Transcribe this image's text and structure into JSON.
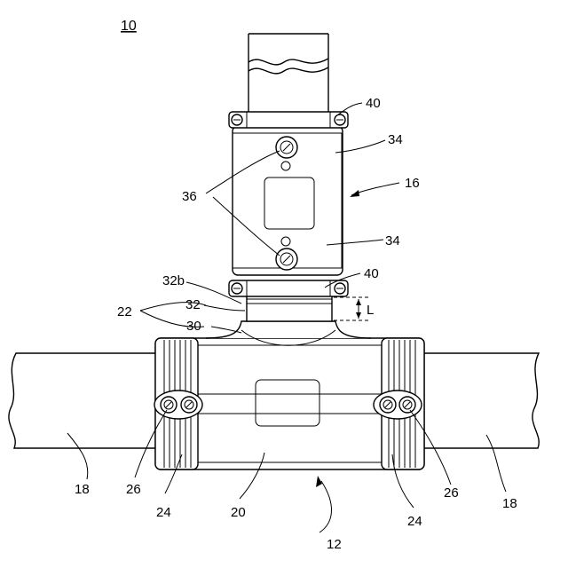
{
  "figure_number": "10",
  "labels": {
    "sensor": "16",
    "cap": "34",
    "cap_lower": "34",
    "band_top": "40",
    "band_bottom": "40",
    "screws": "36",
    "boss_top": "32b",
    "boss": "32",
    "neck": "30",
    "stem_group": "22",
    "length_dim": "L",
    "pipe_left": "18",
    "pipe_right": "18",
    "bolt_left": "26",
    "bolt_right": "26",
    "rib_left": "24",
    "rib_right": "24",
    "tee_body": "20",
    "fitting": "12"
  }
}
